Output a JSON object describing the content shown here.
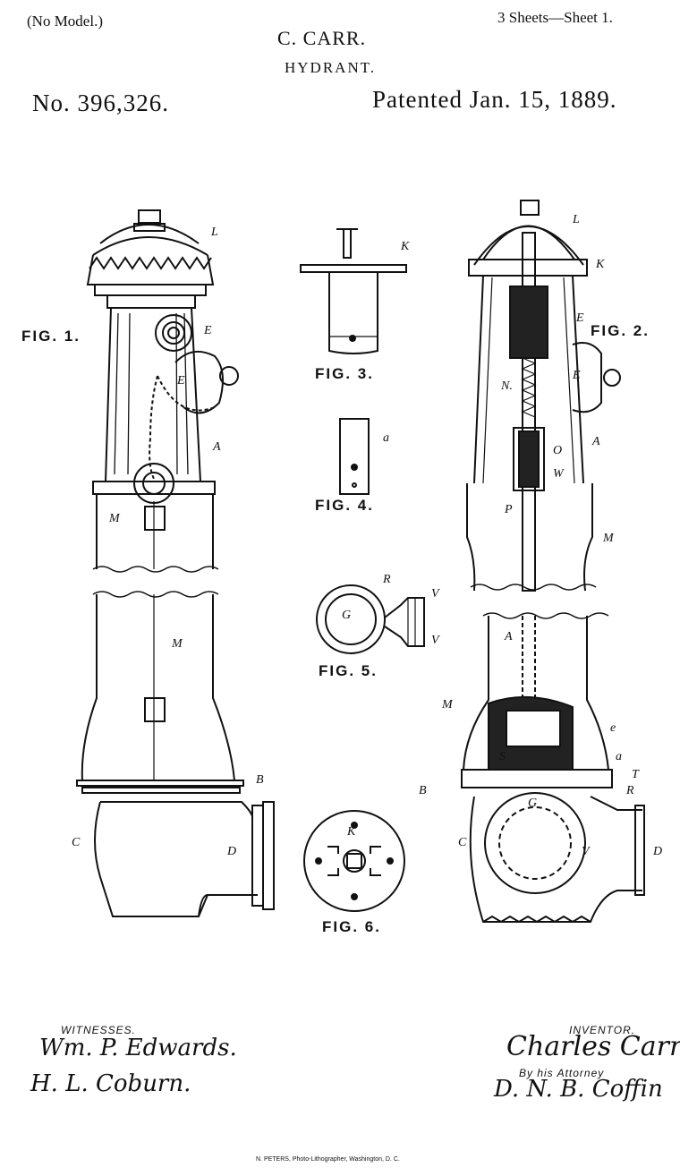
{
  "header": {
    "model": "(No Model.)",
    "sheets": "3 Sheets—Sheet 1.",
    "inventor_name": "C. CARR.",
    "title": "HYDRANT.",
    "number": "No. 396,326.",
    "patented": "Patented Jan. 15, 1889."
  },
  "figures": {
    "fig1": "FIG. 1.",
    "fig2": "FIG. 2.",
    "fig3": "FIG. 3.",
    "fig4": "FIG. 4.",
    "fig5": "FIG. 5.",
    "fig6": "FIG. 6."
  },
  "labels": {
    "L": "L",
    "E": "E",
    "A": "A",
    "M": "M",
    "B": "B",
    "C": "C",
    "D": "D",
    "K": "K",
    "N": "N.",
    "O": "O",
    "W": "W",
    "P": "P",
    "a": "a",
    "G": "G",
    "R": "R",
    "V": "V",
    "e": "e",
    "T": "T",
    "S": "S"
  },
  "footer": {
    "witnesses_heading": "WITNESSES.",
    "witness1": "Wm. P. Edwards.",
    "witness2": "H. L. Coburn.",
    "inventor_heading": "INVENTOR.",
    "inventor_signature": "Charles Carr",
    "by_attorney": "By his Attorney",
    "attorney_signature": "D. N. B. Coffin",
    "printer": "N. PETERS, Photo-Lithographer, Washington, D. C."
  }
}
